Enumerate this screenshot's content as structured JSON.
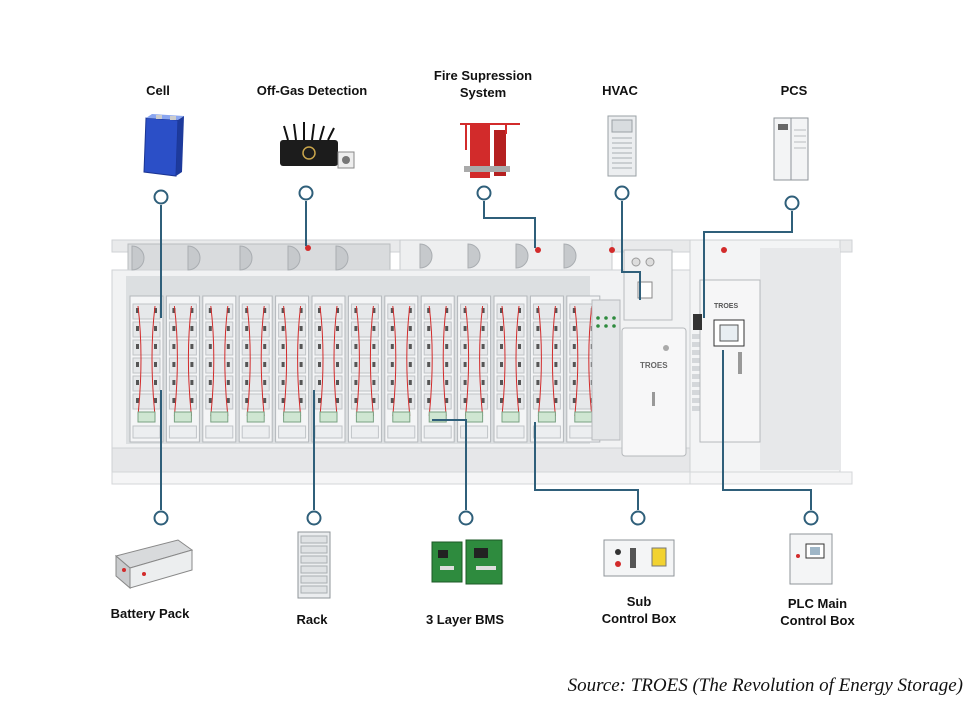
{
  "components_top": [
    {
      "id": "cell",
      "label": "Cell"
    },
    {
      "id": "offgas",
      "label": "Off-Gas Detection"
    },
    {
      "id": "fire",
      "label": "Fire Supression\nSystem"
    },
    {
      "id": "hvac",
      "label": "HVAC"
    },
    {
      "id": "pcs",
      "label": "PCS"
    }
  ],
  "components_bottom": [
    {
      "id": "battery-pack",
      "label": "Battery Pack"
    },
    {
      "id": "rack",
      "label": "Rack"
    },
    {
      "id": "bms",
      "label": "3 Layer BMS"
    },
    {
      "id": "sub-control",
      "label": "Sub\nControl Box"
    },
    {
      "id": "plc",
      "label": "PLC Main\nControl Box"
    }
  ],
  "cabinet_brand": "TROES",
  "source": "Source: TROES (The Revolution of Energy Storage)",
  "colors": {
    "connector": "#2f5f7a",
    "cell": "#2b4fc7",
    "fire": "#d22b2b",
    "board": "#2e8b3e"
  }
}
